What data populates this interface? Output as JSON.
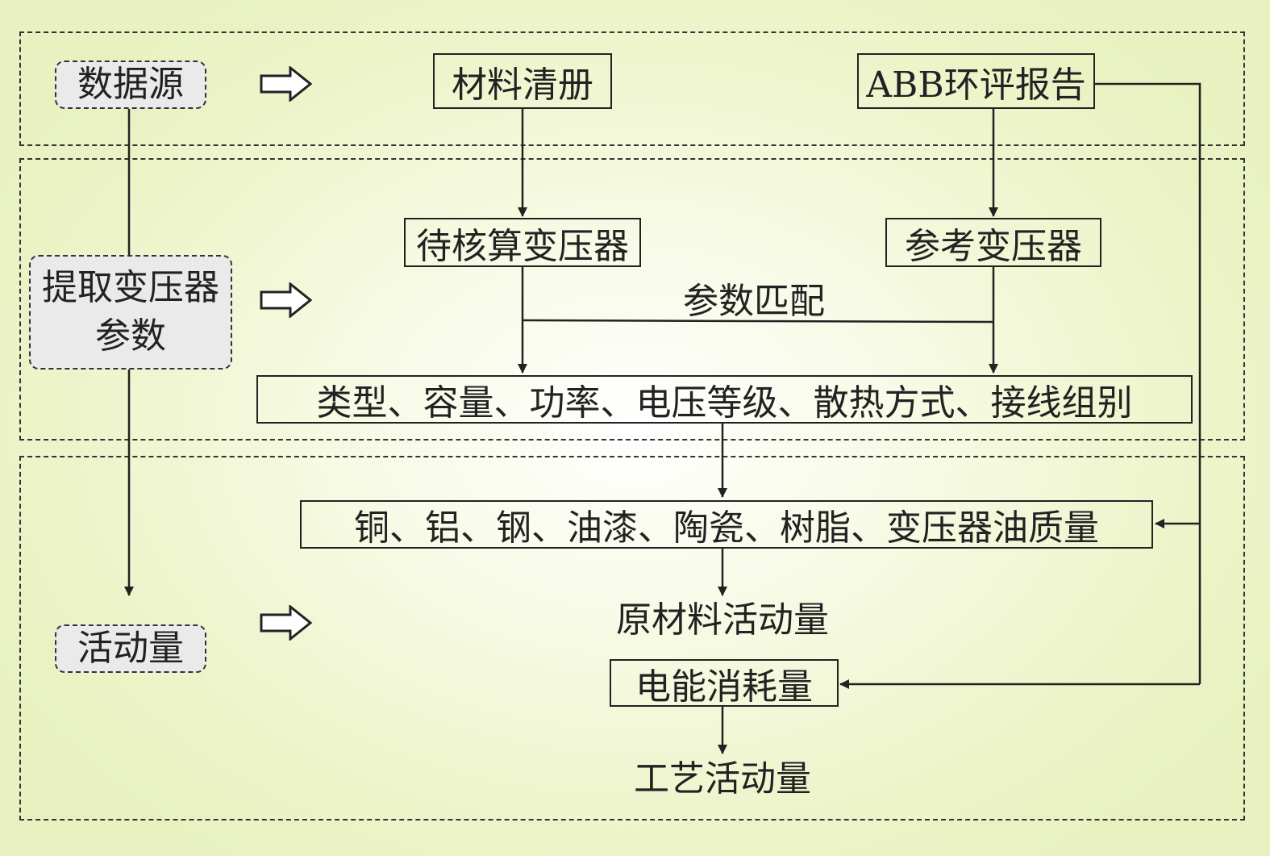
{
  "stages": {
    "source": "数据源",
    "extract": "提取变压器\n参数",
    "activity": "活动量"
  },
  "nodes": {
    "material_list": "材料清册",
    "abb_report": "ABB环评报告",
    "target_transformer": "待核算变压器",
    "reference_transformer": "参考变压器",
    "param_match": "参数匹配",
    "parameters": "类型、容量、功率、电压等级、散热方式、接线组别",
    "material_mass": "铜、铝、钢、油漆、陶瓷、树脂、变压器油质量",
    "raw_material_activity": "原材料活动量",
    "power_consumption": "电能消耗量",
    "process_activity": "工艺活动量"
  },
  "colors": {
    "background": "#eef5cd",
    "stage_fill": "#eaeaea",
    "line": "#222222"
  },
  "icons": {
    "stage_arrow": "hollow-right-arrow-icon"
  }
}
